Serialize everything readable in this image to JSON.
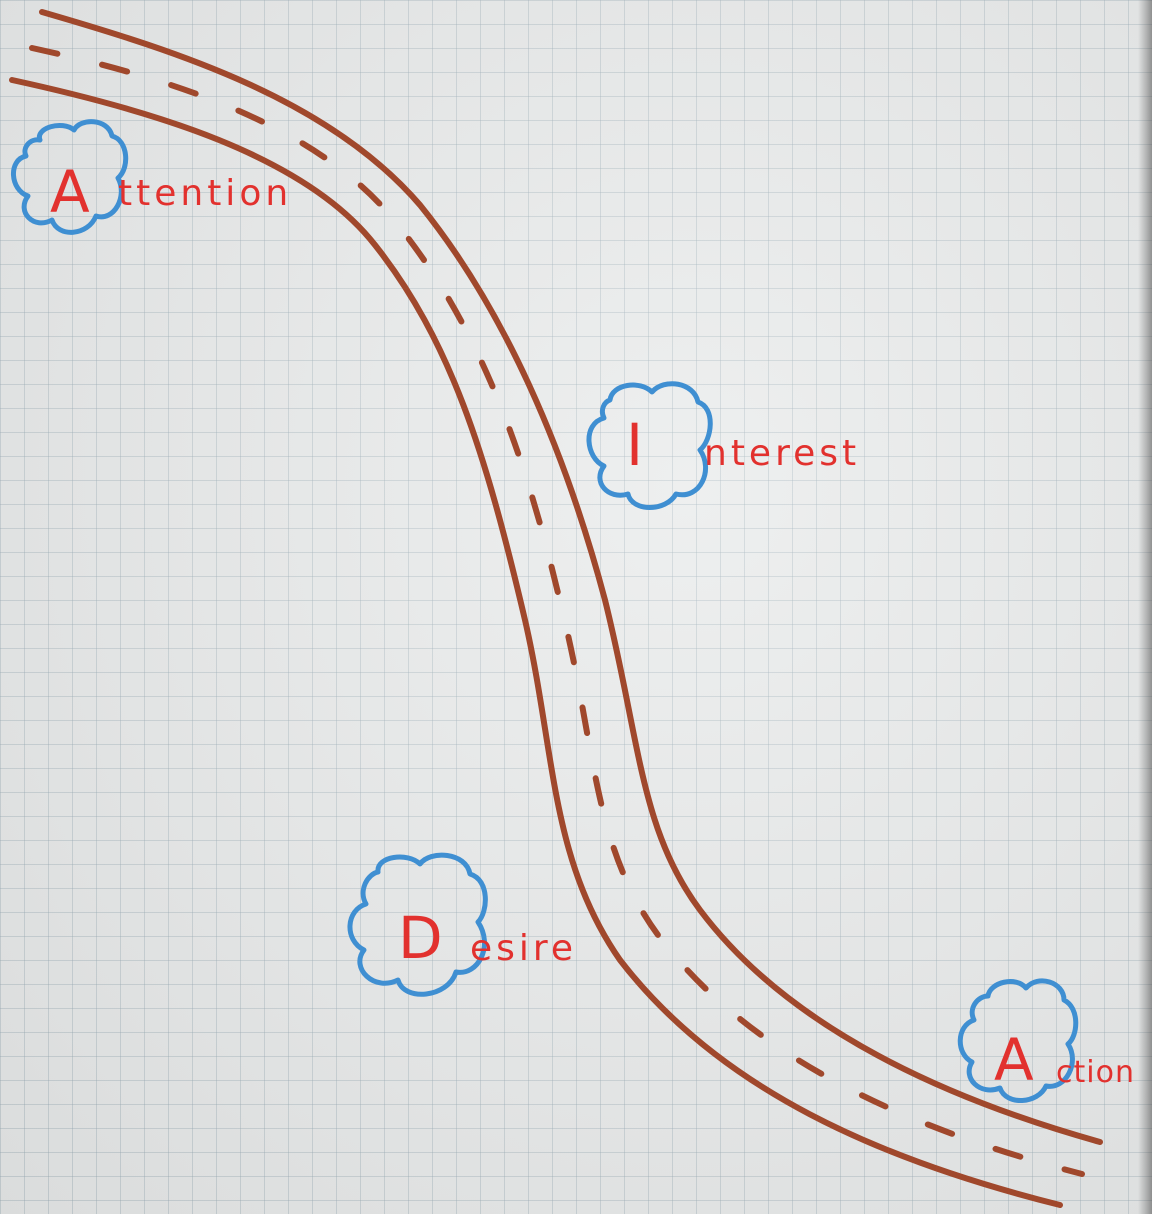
{
  "colors": {
    "road": "#a0482c",
    "cloud": "#3f8fd2",
    "text": "#e2312e",
    "paper": "#e8eaea"
  },
  "stages": [
    {
      "letter": "A",
      "rest": "ttention"
    },
    {
      "letter": "I",
      "rest": "nterest"
    },
    {
      "letter": "D",
      "rest": "esire"
    },
    {
      "letter": "A",
      "rest": "ction"
    }
  ]
}
